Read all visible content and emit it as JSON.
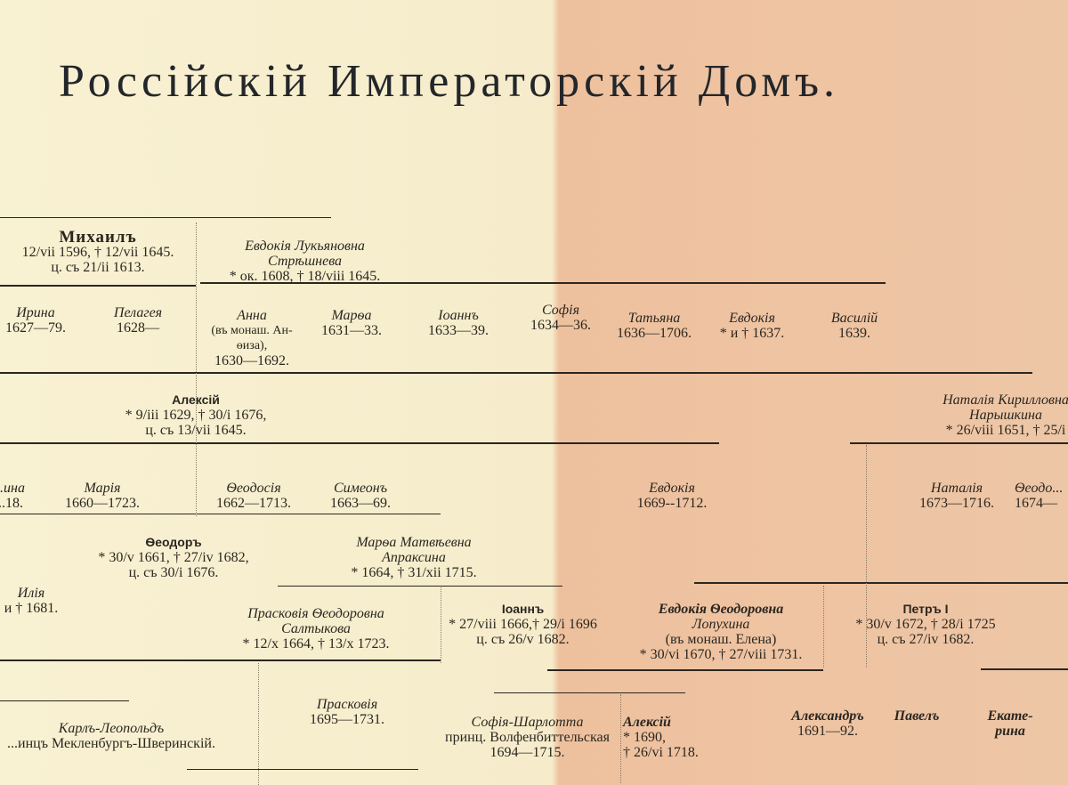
{
  "title": "Россiйскiй Императорскiй Домъ.",
  "persons": [
    {
      "name": "Михаилъ",
      "lines": [
        "12/vii 1596, † 12/vii 1645.",
        "ц. съ 21/ii 1613."
      ]
    },
    {
      "name": "Евдокiя Лукьяновна",
      "lines": [
        "Стрѣшнева",
        "* ок. 1608, † 18/viii 1645."
      ]
    },
    {
      "name": "Ирина",
      "lines": [
        "1627—79."
      ]
    },
    {
      "name": "Пелагея",
      "lines": [
        "1628—"
      ]
    },
    {
      "name": "Анна",
      "lines": [
        "(въ монаш. Ан-",
        "ѳиза),",
        "1630—1692."
      ]
    },
    {
      "name": "Марѳа",
      "lines": [
        "1631—33."
      ]
    },
    {
      "name": "Iоаннъ",
      "lines": [
        "1633—39."
      ]
    },
    {
      "name": "Софiя",
      "lines": [
        "1634—36."
      ]
    },
    {
      "name": "Татьяна",
      "lines": [
        "1636—1706."
      ]
    },
    {
      "name": "Евдокiя",
      "lines": [
        "* и † 1637."
      ]
    },
    {
      "name": "Василiй",
      "lines": [
        "1639."
      ]
    },
    {
      "name": "Алексiй",
      "lines": [
        "* 9/iii 1629, † 30/i 1676,",
        "ц. съ 13/vii 1645."
      ]
    },
    {
      "name": "Наталiя Кирилловна",
      "lines": [
        "Нарышкина",
        "* 26/viii 1651, † 25/i"
      ]
    },
    {
      "name": "...ина",
      "lines": [
        "...18."
      ]
    },
    {
      "name": "Марiя",
      "lines": [
        "1660—1723."
      ]
    },
    {
      "name": "Ѳеодосiя",
      "lines": [
        "1662—1713."
      ]
    },
    {
      "name": "Симеонъ",
      "lines": [
        "1663—69."
      ]
    },
    {
      "name": "Евдокiя",
      "lines": [
        "1669--1712."
      ]
    },
    {
      "name": "Наталiя",
      "lines": [
        "1673—1716."
      ]
    },
    {
      "name": "Ѳеодо...",
      "lines": [
        "1674—"
      ]
    },
    {
      "name": "Ѳеодоръ",
      "lines": [
        "* 30/v 1661, † 27/iv 1682,",
        "ц. съ 30/i 1676."
      ]
    },
    {
      "name": "Марѳа Матвѣевна",
      "lines": [
        "Апраксина",
        "* 1664, † 31/xii 1715."
      ]
    },
    {
      "name": "Илiя",
      "lines": [
        "и † 1681."
      ]
    },
    {
      "name": "Прасковiя Ѳеодоровна",
      "lines": [
        "Салтыкова",
        "* 12/x 1664, † 13/x 1723."
      ]
    },
    {
      "name": "Iоаннъ",
      "lines": [
        "* 27/viii 1666,† 29/i 1696",
        "ц. съ 26/v 1682."
      ]
    },
    {
      "name": "Евдокiя Ѳеодоровна",
      "lines": [
        "Лопухина",
        "(въ монаш. Елена)",
        "* 30/vi 1670, † 27/viii 1731."
      ]
    },
    {
      "name": "Петръ I",
      "lines": [
        "* 30/v 1672, † 28/i 1725",
        "ц. съ 27/iv 1682."
      ]
    },
    {
      "name": "Карлъ-Леопольдъ",
      "lines": [
        "...инцъ Мекленбургъ-Шверинскiй."
      ]
    },
    {
      "name": "Прасковiя",
      "lines": [
        "1695—1731."
      ]
    },
    {
      "name": "Софiя-Шарлотта",
      "lines": [
        "принц. Волфенбиттельская",
        "1694—1715."
      ]
    },
    {
      "name": "Алексiй",
      "lines": [
        "* 1690,",
        "† 26/vi 1718."
      ]
    },
    {
      "name": "Александръ",
      "lines": [
        "1691—92."
      ]
    },
    {
      "name": "Павелъ",
      "lines": []
    },
    {
      "name": "Екате-",
      "lines": [
        "рина"
      ]
    }
  ]
}
